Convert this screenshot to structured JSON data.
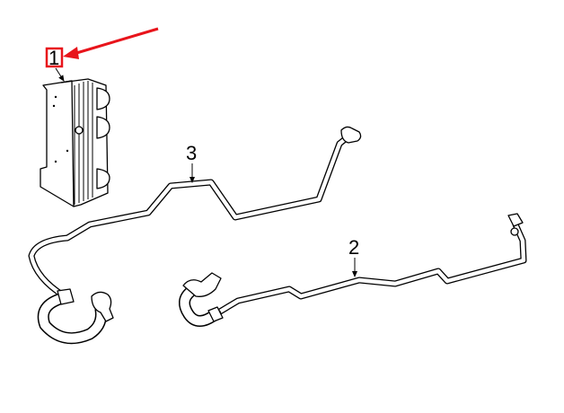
{
  "diagram": {
    "callouts": [
      {
        "id": "1",
        "label": "1",
        "highlighted": true
      },
      {
        "id": "2",
        "label": "2",
        "highlighted": false
      },
      {
        "id": "3",
        "label": "3",
        "highlighted": false
      }
    ],
    "highlight_color": "#e8141b"
  }
}
